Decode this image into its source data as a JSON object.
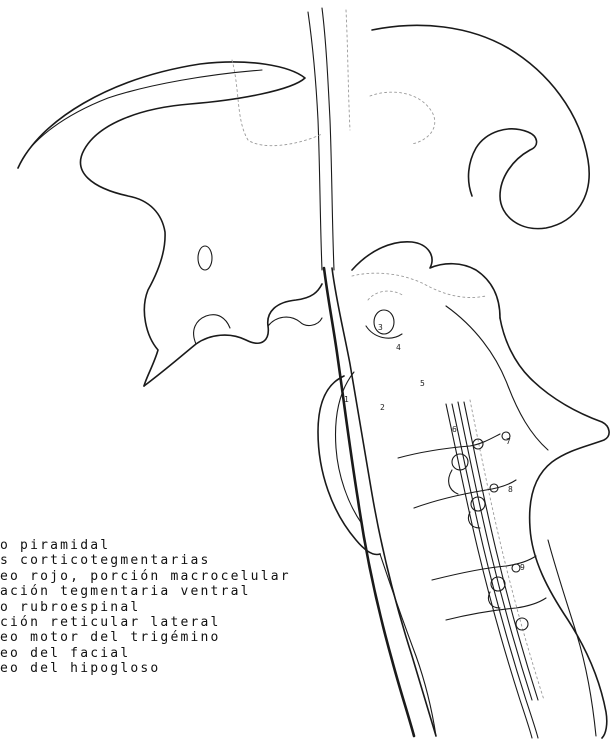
{
  "legend": {
    "items": [
      "o piramidal",
      "s corticotegmentarias",
      "eo rojo, porción macrocelular",
      "ación tegmentaria ventral",
      "o rubroespinal",
      "ción reticular lateral",
      "eo motor del trigémino",
      "eo del facial",
      "eo del hipogloso"
    ]
  },
  "diagram": {
    "numbers": [
      "1",
      "2",
      "3",
      "4",
      "5",
      "6",
      "7",
      "8",
      "9"
    ]
  },
  "colors": {
    "ink": "#1a1a1a",
    "background": "#ffffff"
  }
}
